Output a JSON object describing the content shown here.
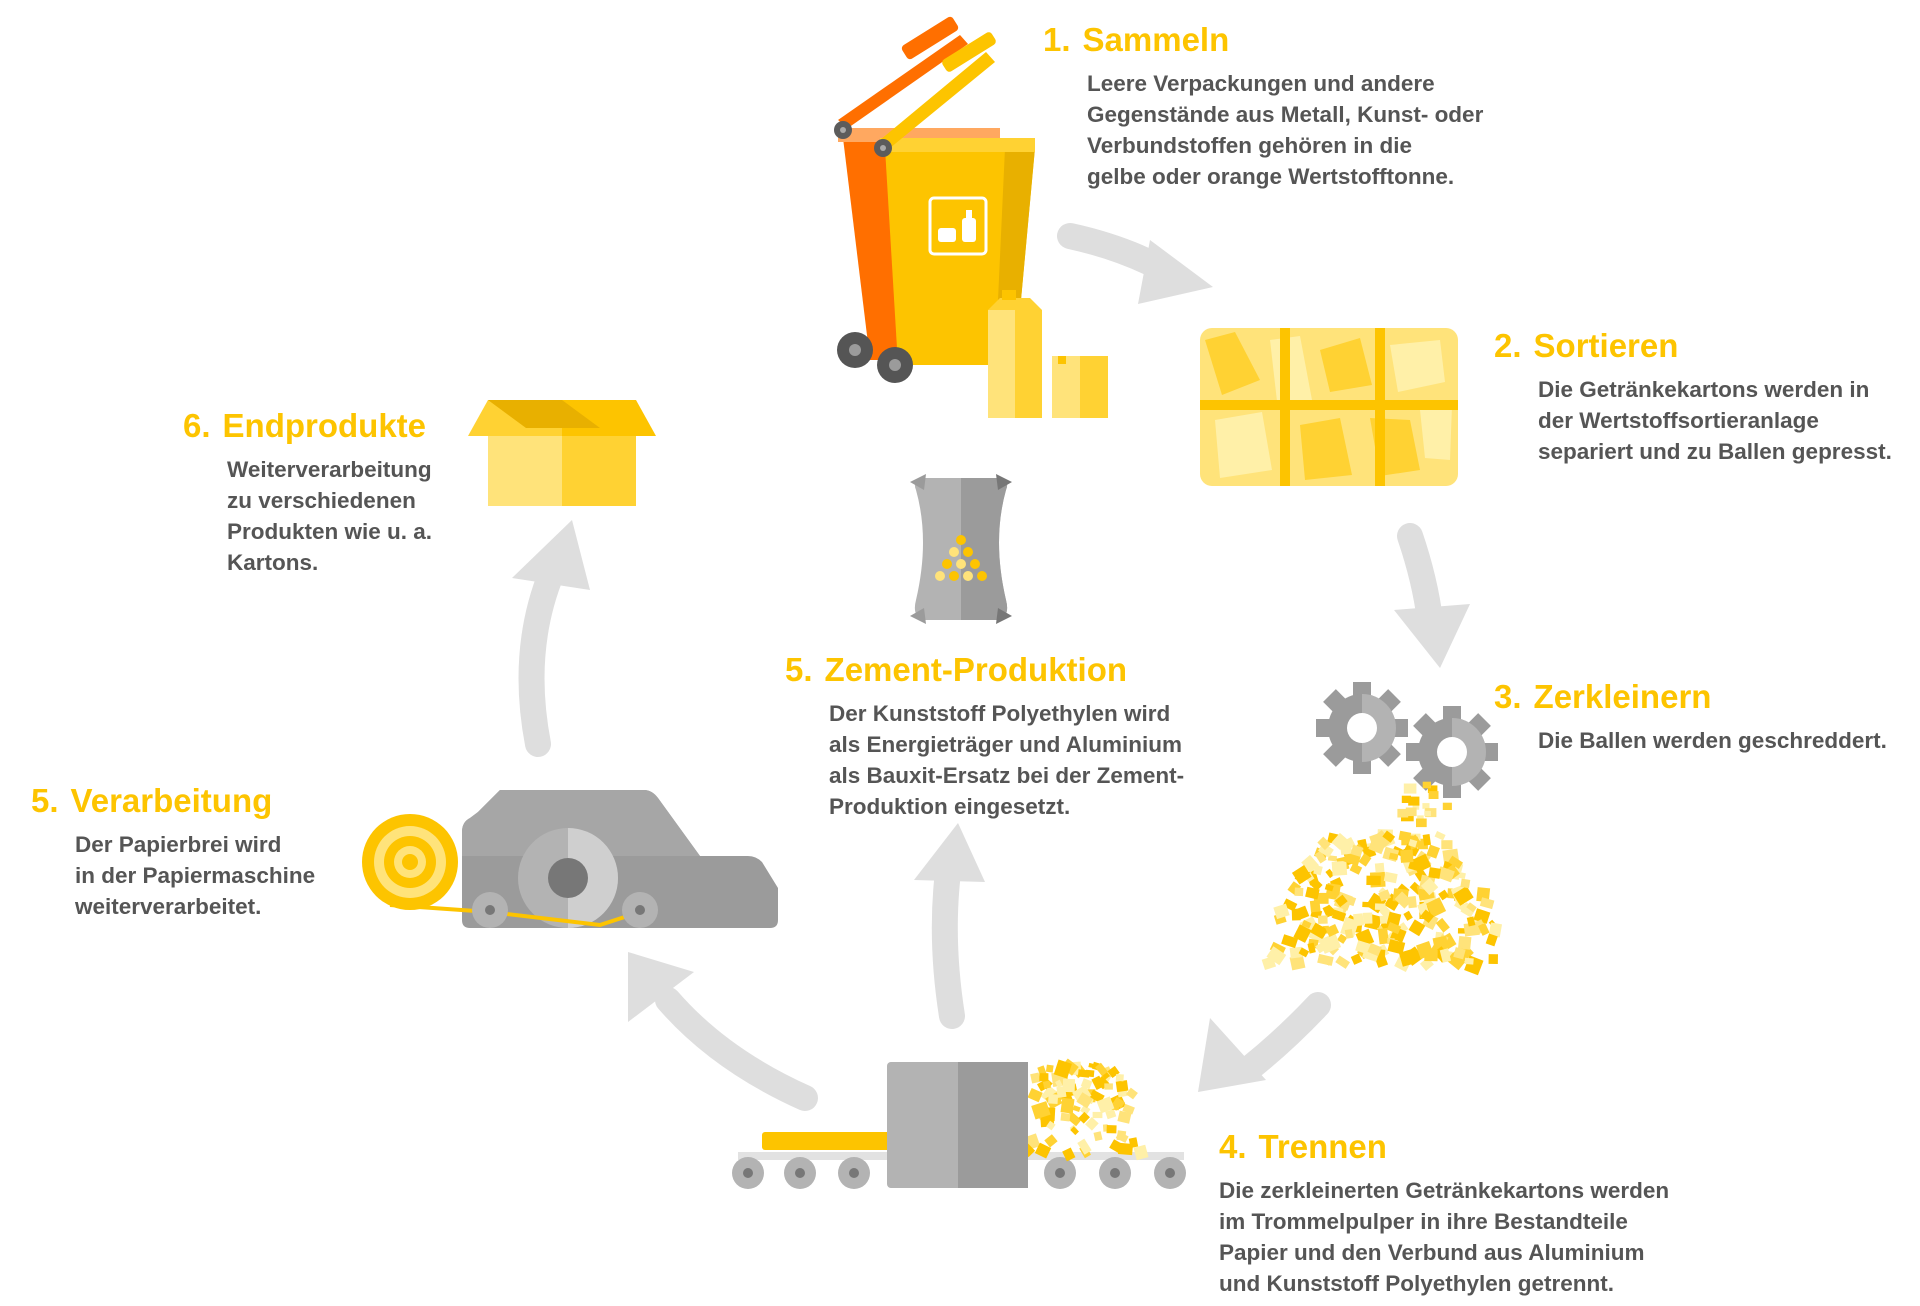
{
  "steps": {
    "sammeln": {
      "number": "1.",
      "title": "Sammeln",
      "lines": [
        "Leere Verpackungen und andere",
        "Gegenstände aus Metall, Kunst- oder",
        "Verbundstoffen gehören in die",
        "gelbe oder orange Wertstofftonne."
      ]
    },
    "sortieren": {
      "number": "2.",
      "title": "Sortieren",
      "lines": [
        "Die Getränkekartons werden in",
        "der Wertstoffsortieranlage",
        "separiert und zu Ballen gepresst."
      ]
    },
    "zerkleinern": {
      "number": "3.",
      "title": "Zerkleinern",
      "lines": [
        "Die Ballen werden geschreddert."
      ]
    },
    "trennen": {
      "number": "4.",
      "title": "Trennen",
      "lines": [
        "Die zerkleinerten Getränkekartons werden",
        "im Trommelpulper in ihre Bestandteile",
        "Papier und den Verbund aus Aluminium",
        "und Kunststoff Polyethylen getrennt."
      ]
    },
    "zement": {
      "number": "5.",
      "title": "Zement-Produktion",
      "lines": [
        "Der Kunststoff Polyethylen wird",
        "als Energieträger und Aluminium",
        "als Bauxit-Ersatz bei der Zement-",
        "Produktion eingesetzt."
      ]
    },
    "verarbeitung": {
      "number": "5.",
      "title": "Verarbeitung",
      "lines": [
        "Der Papierbrei wird",
        "in der Papiermaschine",
        "weiterverarbeitet."
      ]
    },
    "endprodukte": {
      "number": "6.",
      "title": "Endprodukte",
      "lines": [
        "Weiterverarbeitung",
        "zu verschiedenen",
        "Produkten wie u. a.",
        "Kartons."
      ]
    }
  },
  "icons": [
    "recycling-bins-icon",
    "bale-icon",
    "gears-icon",
    "shredded-pile-icon",
    "pulper-conveyor-icon",
    "cement-sack-icon",
    "paper-machine-icon",
    "box-icon"
  ],
  "colors": {
    "accent_yellow": "#fdc400",
    "light_yellow": "#ffe37a",
    "orange": "#ff6f00",
    "arrow_gray": "#dedede",
    "machine_gray": "#9b9b9b",
    "text_gray": "#555555"
  }
}
